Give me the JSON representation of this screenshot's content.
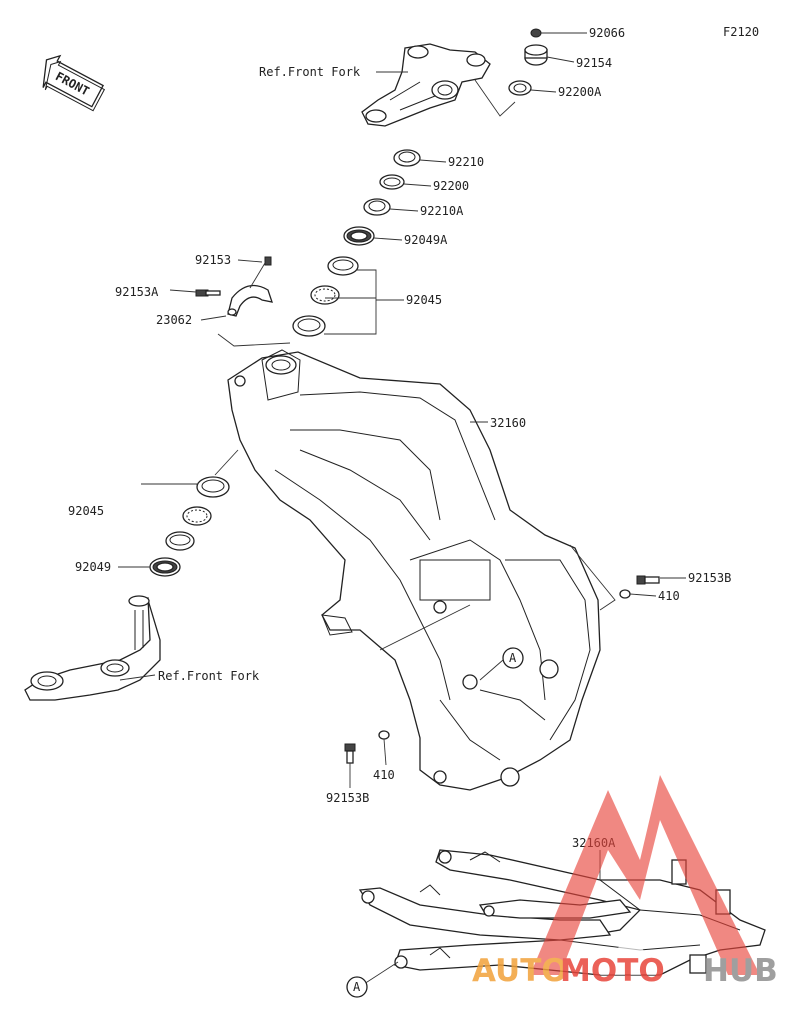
{
  "figure_code": "F2120",
  "front_badge": "FRONT",
  "ref_labels": {
    "top": "Ref.Front Fork",
    "bottom": "Ref.Front Fork"
  },
  "callouts": {
    "p92066": "92066",
    "p92154": "92154",
    "p92200A": "92200A",
    "p92210": "92210",
    "p92200": "92200",
    "p92210A": "92210A",
    "p92049A": "92049A",
    "p92153": "92153",
    "p92153A": "92153A",
    "p23062": "23062",
    "p92045_top": "92045",
    "p32160": "32160",
    "p92045_left": "92045",
    "p92049": "92049",
    "p92153B_right": "92153B",
    "p410_right": "410",
    "p410_bottom": "410",
    "p92153B_bottom": "92153B",
    "p32160A": "32160A"
  },
  "ref_markers": {
    "frame": "A",
    "subframe": "A"
  },
  "watermark": {
    "auto": "AUTO",
    "moto": "MOTO",
    "hub": "HUB",
    "red": "#e8463c",
    "orange": "#f2a23a",
    "gray": "#8f8f8f"
  }
}
